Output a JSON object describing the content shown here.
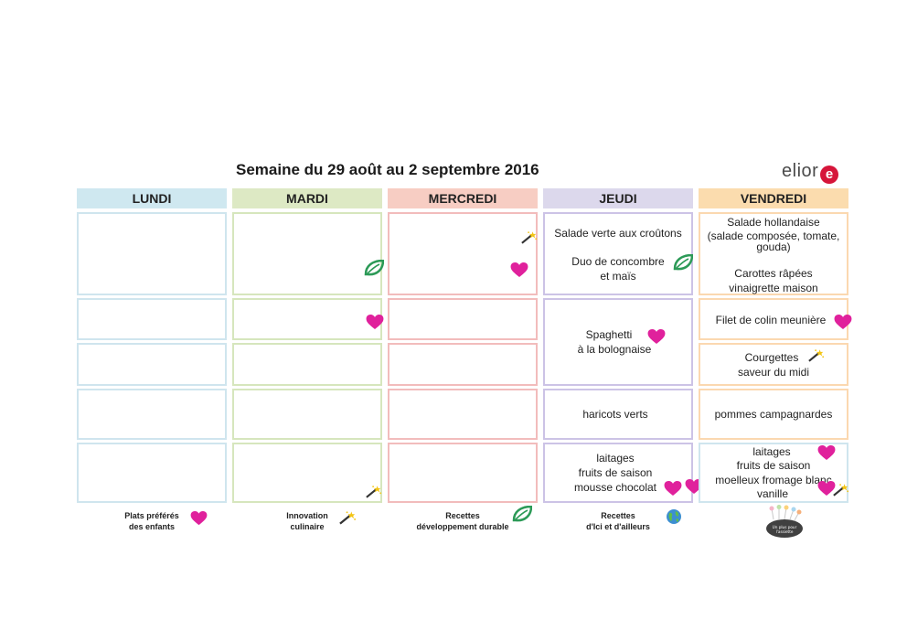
{
  "title": "Semaine du 29 août au 2 septembre 2016",
  "brand": "elior",
  "days": [
    "LUNDI",
    "MARDI",
    "MERCREDI",
    "JEUDI",
    "VENDREDI"
  ],
  "colors": {
    "lundi": "#cfe8f0",
    "lundi_border": "#cfe5ee",
    "mardi": "#dde9c4",
    "mardi_border": "#d6e6bd",
    "mercredi": "#f7cdc3",
    "mercredi_border": "#f2bcbc",
    "jeudi": "#dcd8ec",
    "jeudi_border": "#ccc3e6",
    "vendredi": "#fbdcae",
    "vendredi_border": "#fbd8b0",
    "heart": "#e0219c",
    "leaf": "#2c9a57",
    "note": "#f07a2a"
  },
  "jeudi": {
    "entree": [
      "Salade verte aux croûtons",
      "Duo de concombre",
      "et maïs"
    ],
    "plat": [
      "Spaghetti",
      "à la bolognaise"
    ],
    "accomp": "haricots verts",
    "dessert": [
      "laitages",
      "fruits de saison",
      "mousse chocolat"
    ]
  },
  "vendredi": {
    "entree1": "Salade hollandaise",
    "entree1_note": [
      "(salade composée, tomate,",
      "gouda)"
    ],
    "entree2": [
      "Carottes râpées",
      "vinaigrette maison"
    ],
    "plat": "Filet de colin meunière",
    "legume": [
      "Courgettes",
      "saveur du midi"
    ],
    "accomp": "pommes campagnardes",
    "dessert": [
      "laitages",
      "fruits de saison",
      "moelleux fromage blanc",
      "vanille"
    ]
  },
  "legend": [
    {
      "line1": "Plats préférés",
      "line2": "des enfants",
      "icon": "heart-icon"
    },
    {
      "line1": "Innovation",
      "line2": "culinaire",
      "icon": "magic-wand-icon"
    },
    {
      "line1": "Recettes",
      "line2": "développement durable",
      "icon": "leaf-icon"
    },
    {
      "line1": "Recettes",
      "line2": "d'Ici et d'ailleurs",
      "icon": "globe-icon"
    }
  ],
  "partner_logo": "Un plus pour l'assiette"
}
